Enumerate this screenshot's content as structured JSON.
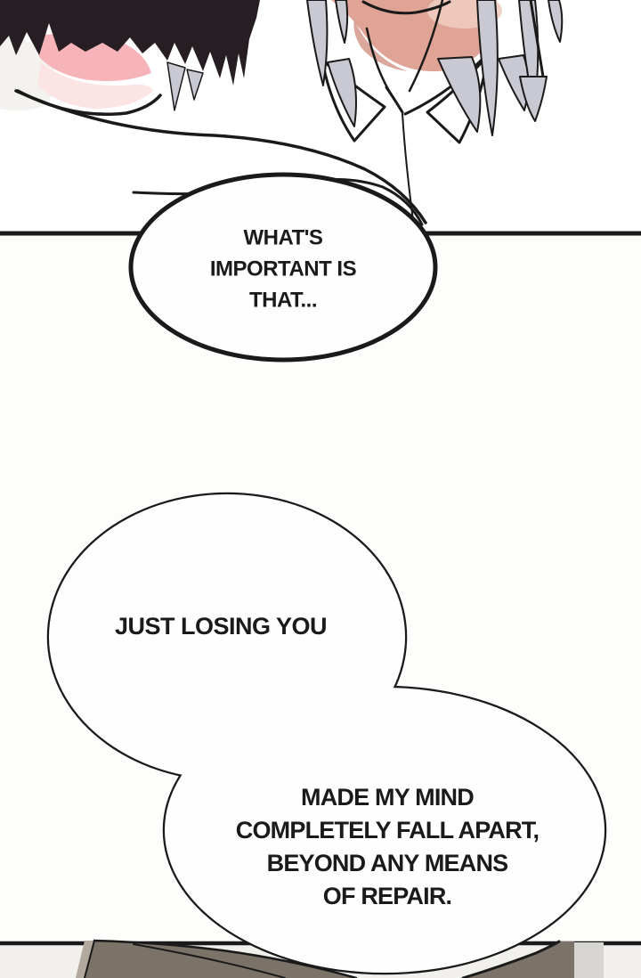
{
  "bubbles": [
    {
      "name": "bubble-1",
      "lines": [
        "WHAT'S",
        "IMPORTANT IS",
        "THAT..."
      ]
    },
    {
      "name": "bubble-2",
      "lines": [
        "JUST LOSING YOU"
      ]
    },
    {
      "name": "bubble-3",
      "lines": [
        "MADE MY MIND",
        "COMPLETELY FALL APART,",
        "BEYOND ANY MEANS",
        "OF REPAIR."
      ]
    }
  ],
  "colors": {
    "ink": "#1a1a1a",
    "paper": "#fdfdfc",
    "panel_bg": "#ffffff",
    "bubble_fill": "#fefefe",
    "hair_dark": "#261e22",
    "neck_pink": "#f6b4b9",
    "neck_pink_light": "#fbe4e3",
    "skin": "#dfa496",
    "skin_shadow": "#d2988b",
    "skin_light": "#f0cdbf",
    "hair_gray": "#c9c9d3",
    "bottom_hair": "#7b7268",
    "bottom_hair_light": "#b2a99c",
    "bottom_gray_band": "#d7d5d1",
    "bottom_bg": "#f2f0ec"
  }
}
